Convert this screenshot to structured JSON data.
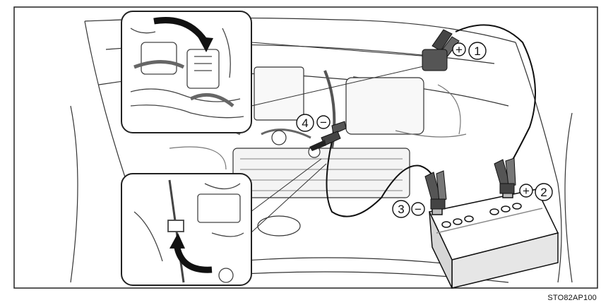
{
  "figure": {
    "code": "STO82AP100",
    "callouts": [
      {
        "number": "1",
        "sign": "+"
      },
      {
        "number": "2",
        "sign": "+"
      },
      {
        "number": "3",
        "sign": "−"
      },
      {
        "number": "4",
        "sign": "−"
      }
    ]
  }
}
